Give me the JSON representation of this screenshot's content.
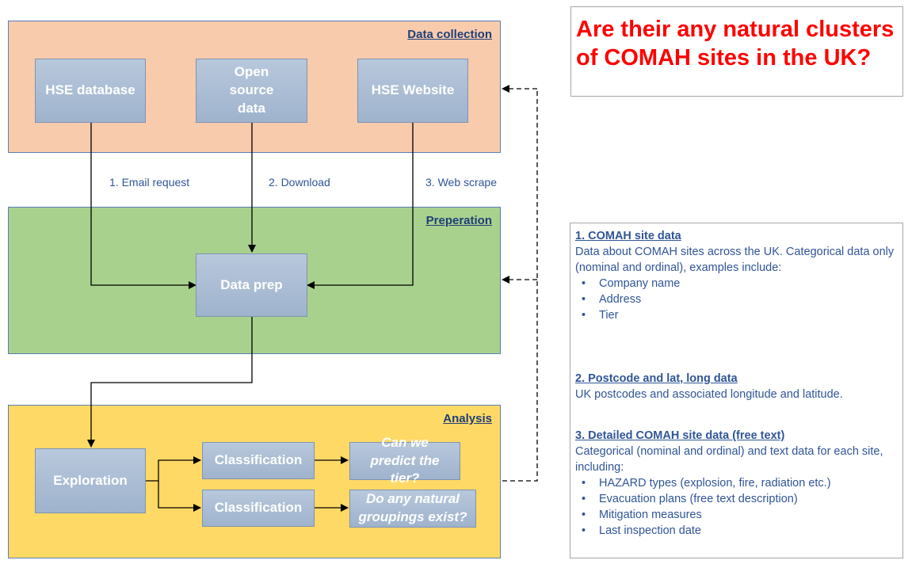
{
  "question": "Are their any natural clusters of COMAH sites in the UK?",
  "panels": {
    "collection": {
      "title": "Data collection",
      "color": "#f8cbad"
    },
    "preparation": {
      "title": "Preperation",
      "color": "#a9d18e"
    },
    "analysis": {
      "title": "Analysis",
      "color": "#ffd966"
    }
  },
  "nodes": {
    "hse_database": "HSE database",
    "open_source": "Open source data",
    "hse_website": "HSE Website",
    "data_prep": "Data prep",
    "exploration": "Exploration",
    "classification_1": "Classification",
    "classification_2": "Classification",
    "question_tier": "Can we predict the tier?",
    "question_groupings": "Do any natural groupings exist?"
  },
  "edge_labels": {
    "email": "1. Email request",
    "download": "2. Download",
    "scrape": "3. Web scrape"
  },
  "info": {
    "s1": {
      "title": "1. COMAH site data",
      "text": "Data about COMAH sites across the UK. Categorical data only (nominal and ordinal), examples include:",
      "items": [
        "Company name",
        "Address",
        "Tier"
      ]
    },
    "s2": {
      "title": "2. Postcode and lat, long data",
      "text": "UK postcodes and associated longitude and latitude."
    },
    "s3": {
      "title": "3. Detailed COMAH site data (free text)",
      "text": "Categorical (nominal and ordinal) and text data for each site, including:",
      "items": [
        "HAZARD types (explosion, fire, radiation etc.)",
        "Evacuation plans (free text description)",
        "Mitigation measures",
        "Last inspection date"
      ]
    }
  }
}
